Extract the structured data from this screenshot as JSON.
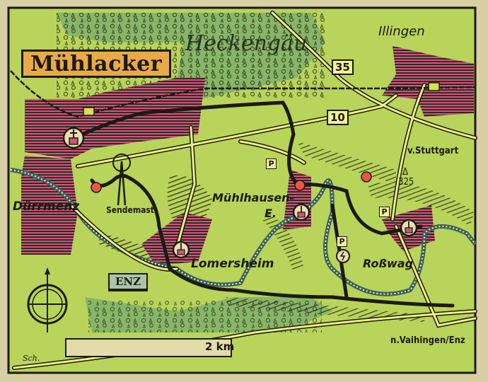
{
  "map": {
    "title": "Mühlacker",
    "region_label": "Heckengäu",
    "places": {
      "illingen": "Illingen",
      "duerrmenz": "Dürrmenz",
      "sendemast": "Sendemast",
      "muehlhausen_line1": "Mühlhausen-",
      "muehlhausen_line2": "E.",
      "loemersheim": "Lomersheim",
      "rosswag": "Roßwag"
    },
    "directions": {
      "stuttgart": "v.Stuttgart",
      "vaihingen": "n.Vaihingen/Enz"
    },
    "elevation": {
      "symbol": "Δ",
      "value": "325"
    },
    "route_shields": [
      "35",
      "10"
    ],
    "parking_label": "P",
    "river_label": "ENZ",
    "scale": {
      "label": "2 km"
    },
    "signature": "Sch.",
    "icons": [
      "church-icon",
      "radio-mast-icon",
      "castle-icon",
      "power-station-icon",
      "compass-icon",
      "parking-icon",
      "railway-station-icon"
    ],
    "colors": {
      "meadow": "#b8d45a",
      "forest": "#7fb06a",
      "town": "#c8587a",
      "route": "#1c1a12",
      "road": "#eef08a",
      "river": "#3e5f57",
      "title_bg": "#e9a94a",
      "paper": "#d9cfa4"
    }
  }
}
